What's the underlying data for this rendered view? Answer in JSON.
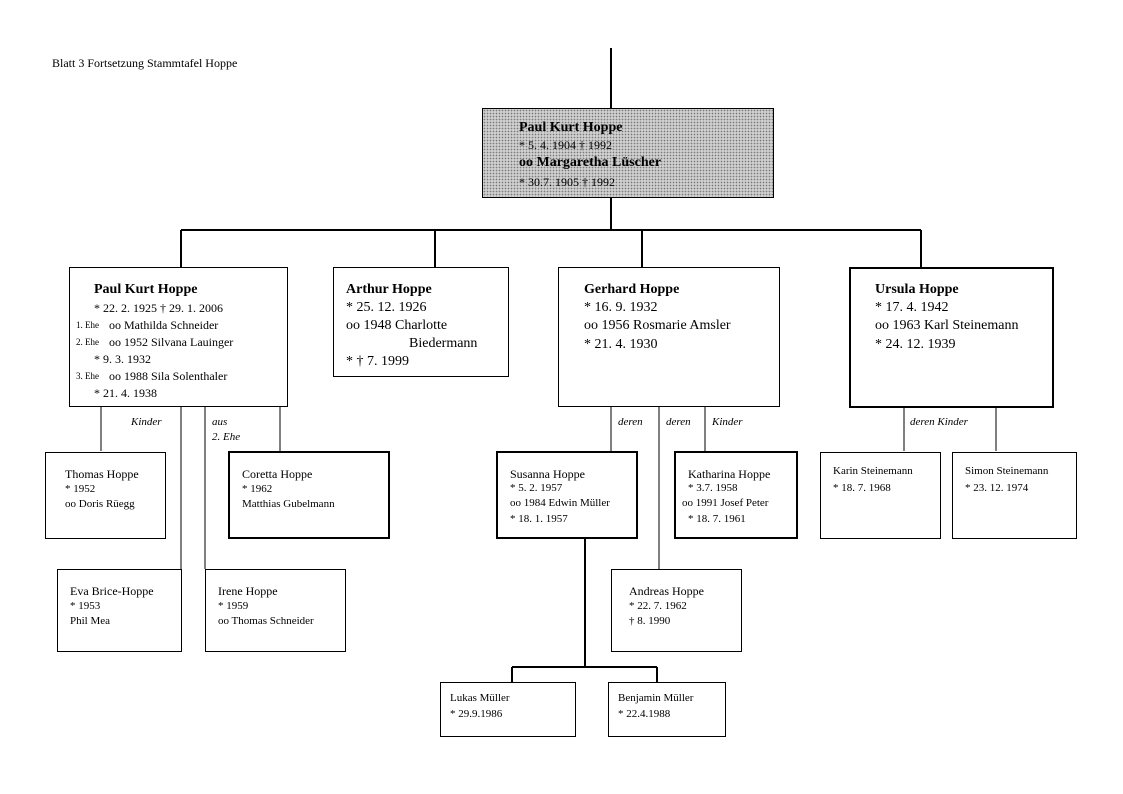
{
  "header": "Blatt 3  Fortsetzung Stammtafel Hoppe",
  "root": {
    "line1": "Paul Kurt Hoppe",
    "line2": "*   5. 4. 1904       † 1992",
    "line3": "oo     Margaretha Lüscher",
    "line4": "* 30.7. 1905      † 1992"
  },
  "gen1": {
    "paul": {
      "name": "Paul Kurt Hoppe",
      "birth": "*  22. 2. 1925   † 29. 1. 2006",
      "m1_prefix": "1. Ehe",
      "m1": "oo         Mathilda Schneider",
      "m2_prefix": "2. Ehe",
      "m2": "oo 1952  Silvana Lauinger",
      "m2_birth": "*   9. 3. 1932",
      "m3_prefix": "3. Ehe",
      "m3": "oo  1988 Sila Solenthaler",
      "m3_birth": "*   21. 4. 1938"
    },
    "arthur": {
      "name": "Arthur Hoppe",
      "birth": "* 25. 12. 1926",
      "marriage": "oo  1948 Charlotte",
      "spouse2": "Biedermann",
      "spouse_dates": "*             † 7. 1999"
    },
    "gerhard": {
      "name": "Gerhard Hoppe",
      "birth": "* 16. 9. 1932",
      "marriage": "oo 1956  Rosmarie Amsler",
      "spouse_birth": "*  21. 4. 1930"
    },
    "ursula": {
      "name": "Ursula Hoppe",
      "birth": "* 17. 4. 1942",
      "marriage": "oo  1963  Karl Steinemann",
      "spouse_birth": "*  24. 12. 1939"
    }
  },
  "labels": {
    "kinder": "Kinder",
    "aus": "aus",
    "ehe2": "2. Ehe",
    "deren1": "deren",
    "deren2": "deren",
    "kinder2": "Kinder",
    "deren_kinder": "deren Kinder"
  },
  "gen2": {
    "thomas": {
      "name": "Thomas Hoppe",
      "l2": "*     1952",
      "l3": "oo  Doris Rüegg"
    },
    "coretta": {
      "name": "Coretta Hoppe",
      "l2": "*     1962",
      "l3": "Matthias Gubelmann"
    },
    "eva": {
      "name": "Eva Brice-Hoppe",
      "l2": "*     1953",
      "l3": "Phil Mea"
    },
    "irene": {
      "name": "Irene Hoppe",
      "l2": "*    1959",
      "l3": "oo  Thomas Schneider"
    },
    "susanna": {
      "name": "Susanna Hoppe",
      "l2": "*  5. 2. 1957",
      "l3": "oo 1984 Edwin Müller",
      "l4": "*  18. 1. 1957"
    },
    "katharina": {
      "name": "Katharina Hoppe",
      "l2": "*   3.7. 1958",
      "l3": "oo  1991 Josef  Peter",
      "l4": "*  18. 7. 1961"
    },
    "andreas": {
      "name": "Andreas Hoppe",
      "l2": "*      22. 7. 1962",
      "l3": "†             8. 1990"
    },
    "karin": {
      "name": "Karin Steinemann",
      "l2": "*  18. 7. 1968"
    },
    "simon": {
      "name": "Simon Steinemann",
      "l2": "*  23. 12. 1974"
    }
  },
  "gen3": {
    "lukas": {
      "name": "Lukas Müller",
      "l2": "*  29.9.1986"
    },
    "benjamin": {
      "name": "Benjamin Müller",
      "l2": "*  22.4.1988"
    }
  }
}
